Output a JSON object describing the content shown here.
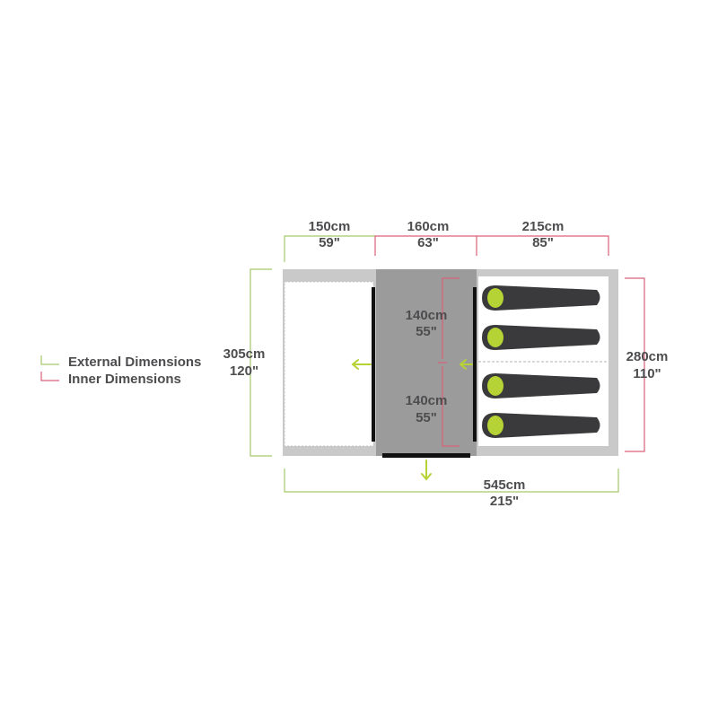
{
  "dimensions": {
    "porch_width_cm": "150cm",
    "porch_width_in": "59\"",
    "living_width_cm": "160cm",
    "living_width_in": "63\"",
    "bedroom_width_cm": "215cm",
    "bedroom_width_in": "85\"",
    "total_length_cm": "545cm",
    "total_length_in": "215\"",
    "external_height_cm": "305cm",
    "external_height_in": "120\"",
    "inner_height_cm": "280cm",
    "inner_height_in": "110\"",
    "bay_upper_cm": "140cm",
    "bay_upper_in": "55\"",
    "bay_lower_cm": "140cm",
    "bay_lower_in": "55\""
  },
  "legend": {
    "external_label": "External Dimensions",
    "inner_label": "Inner Dimensions"
  },
  "colors": {
    "external": "#a5c96a",
    "inner": "#d9627a",
    "text": "#4d4d4f",
    "accent": "#b5d334",
    "sleeping_bag": "#3a3a3c"
  },
  "icons": [
    "entrance-arrow-icon",
    "sleeping-bag-icon"
  ]
}
